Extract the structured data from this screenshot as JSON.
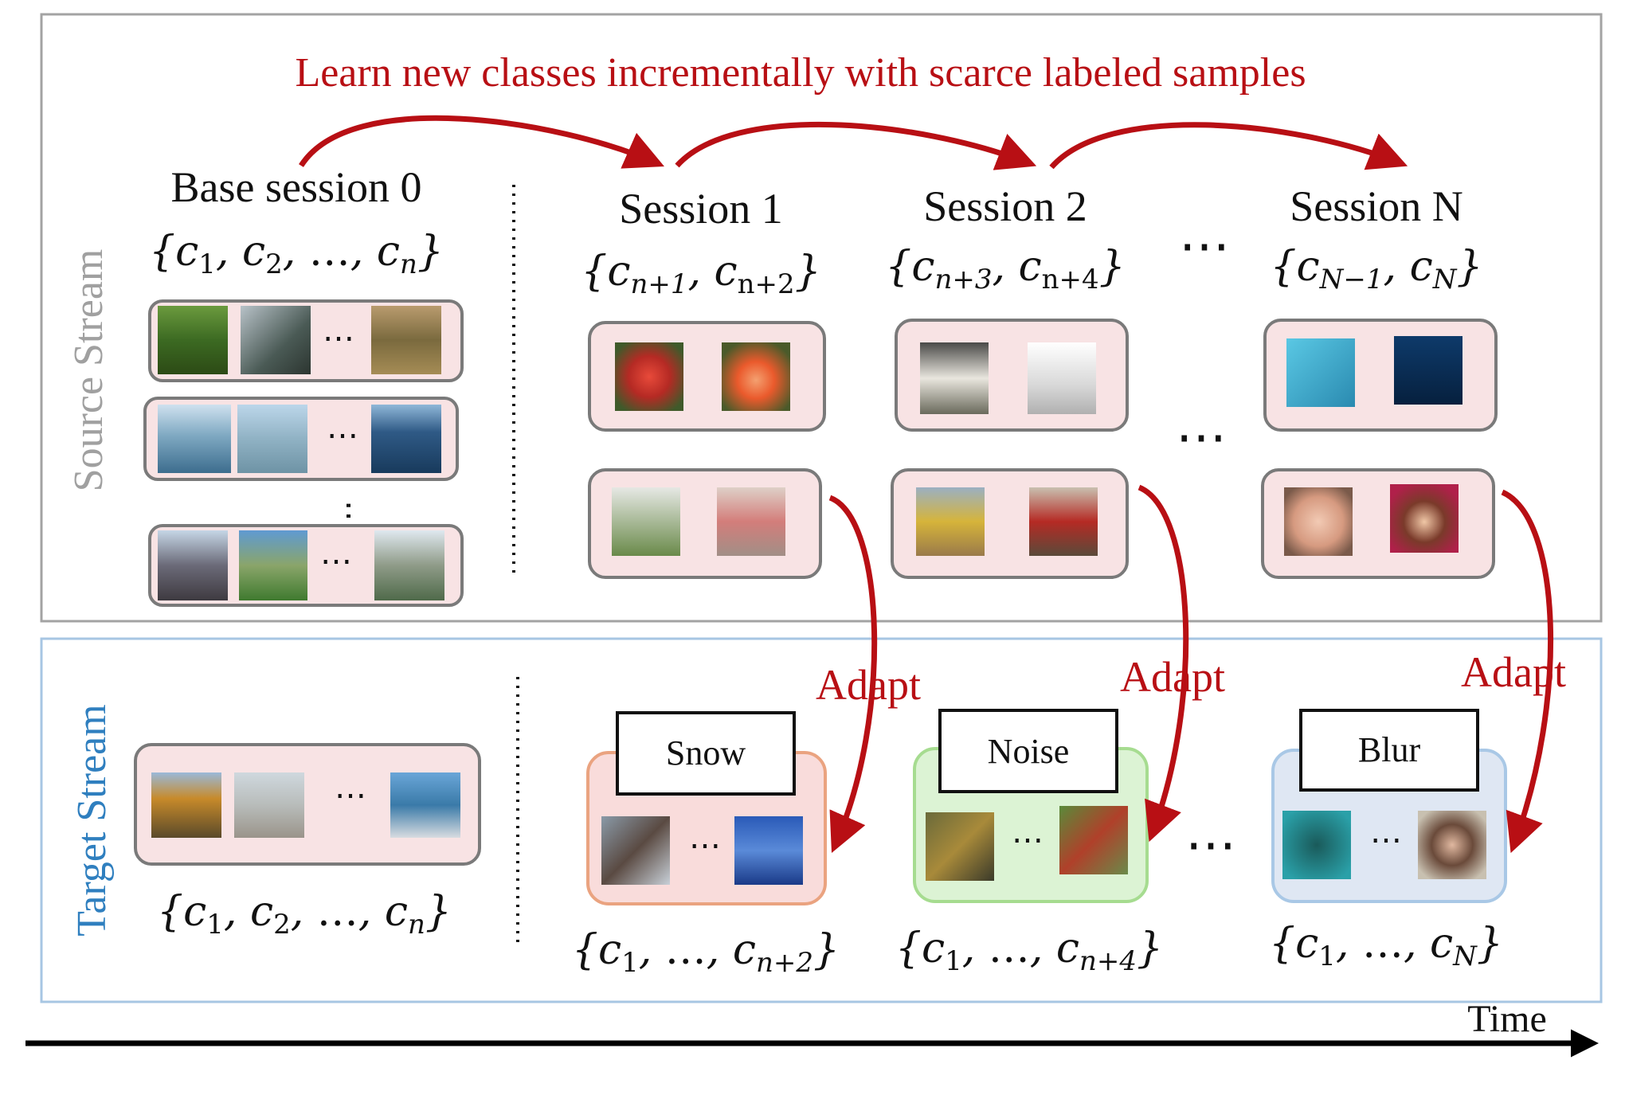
{
  "title": "Learn new classes incrementally with scarce labeled samples",
  "streams": {
    "source": "Source Stream",
    "target": "Target Stream"
  },
  "sessions": [
    {
      "label": "Base session 0",
      "classes": [
        "c",
        "1",
        "c",
        "2",
        "c",
        "n"
      ]
    },
    {
      "label": "Session 1",
      "classes": [
        "c",
        "n+1",
        "c",
        "n+2"
      ]
    },
    {
      "label": "Session 2",
      "classes": [
        "c",
        "n+3",
        "c",
        "n+4"
      ]
    },
    {
      "label": "Session N",
      "classes": [
        "c",
        "N−1",
        "c",
        "N"
      ]
    }
  ],
  "domains": [
    "Snow",
    "Noise",
    "Blur"
  ],
  "adapt_label": "Adapt",
  "target_classes": [
    {
      "sub": [
        "1",
        "2",
        "n"
      ]
    },
    {
      "sub": [
        "1",
        "n+2"
      ]
    },
    {
      "sub": [
        "1",
        "n+4"
      ]
    },
    {
      "sub": [
        "1",
        "N"
      ]
    }
  ],
  "ellipsis": "…",
  "dots": "⋯",
  "time_label": "Time",
  "colors": {
    "title": "#b80f14",
    "arrow": "#b80f14",
    "source_border": "#a3a3a3",
    "target_border": "#a7c6e3",
    "target_label": "#2f7fbf",
    "source_label": "#a0a0a0",
    "card_fill": "#f8e3e4",
    "card_border": "#7a7a7a",
    "snow_fill": "#f9dcdb",
    "snow_border": "#eaa380",
    "noise_fill": "#dcf3d4",
    "noise_border": "#a6dc90",
    "blur_fill": "#dfe7f3",
    "blur_border": "#a9c8e6"
  }
}
